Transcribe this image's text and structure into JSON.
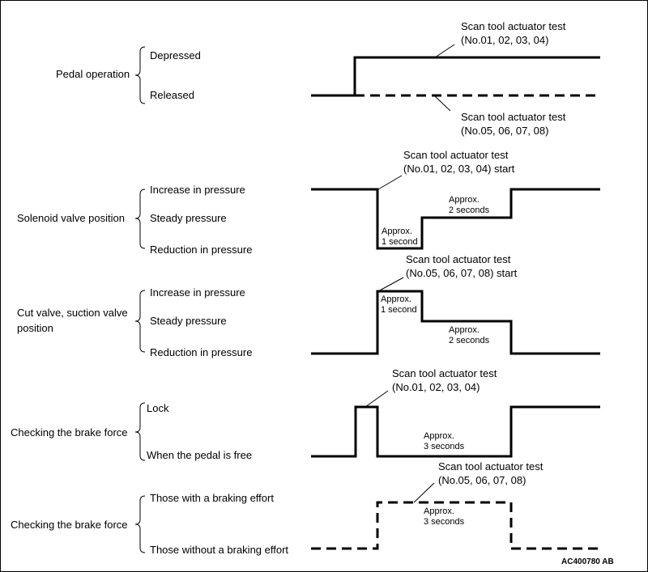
{
  "figure_code": "AC400780 AB",
  "rows": [
    {
      "title": [
        "Pedal operation"
      ],
      "levels": [
        "Depressed",
        "Released"
      ]
    },
    {
      "title": [
        "Solenoid valve position"
      ],
      "levels": [
        "Increase in pressure",
        "Steady pressure",
        "Reduction in pressure"
      ]
    },
    {
      "title": [
        "Cut valve, suction valve",
        "position"
      ],
      "levels": [
        "Increase in pressure",
        "Steady pressure",
        "Reduction in pressure"
      ]
    },
    {
      "title": [
        "Checking the brake force"
      ],
      "levels": [
        "Lock",
        "When the pedal is free"
      ]
    },
    {
      "title": [
        "Checking the brake force"
      ],
      "levels": [
        "Those with a braking effort",
        "Those without a braking effort"
      ]
    }
  ],
  "callouts": [
    [
      "Scan tool actuator test",
      "(No.01, 02, 03, 04)"
    ],
    [
      "Scan tool actuator test",
      "(No.05, 06, 07, 08)"
    ],
    [
      "Scan tool actuator test",
      "(No.01, 02, 03, 04) start"
    ],
    [
      "Scan tool actuator test",
      "(No.05, 06, 07, 08) start"
    ],
    [
      "Scan tool actuator test",
      "(No.01, 02, 03, 04)"
    ],
    [
      "Scan tool actuator test",
      "(No.05, 06, 07, 08)"
    ]
  ],
  "durations": [
    [
      "Approx.",
      "1 second"
    ],
    [
      "Approx.",
      "2 seconds"
    ],
    [
      "Approx.",
      "1 second"
    ],
    [
      "Approx.",
      "2 seconds"
    ],
    [
      "Approx.",
      "3 seconds"
    ],
    [
      "Approx.",
      "3 seconds"
    ]
  ]
}
